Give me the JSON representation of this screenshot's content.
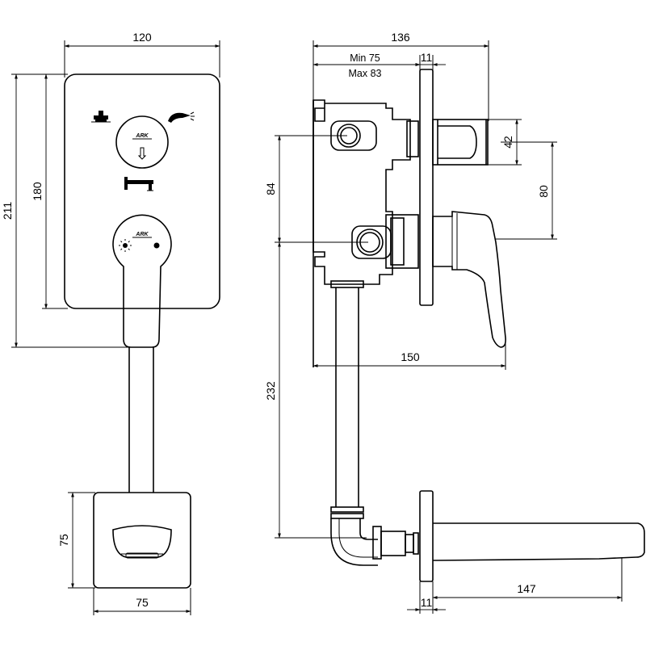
{
  "front_view": {
    "dims": {
      "plate_width": "120",
      "total_height": "211",
      "plate_height": "180",
      "spout_height": "75",
      "spout_width": "75"
    },
    "logo_text": "ARK",
    "icons": [
      "bathtub-icon",
      "shower-head-icon",
      "faucet-spout-icon"
    ]
  },
  "side_view": {
    "dims": {
      "depth_total": "136",
      "min_depth": "Min 75",
      "max_depth": "Max 83",
      "plate_thickness": "11",
      "outlet_height": "42",
      "inlet_spacing": "84",
      "outlet_to_lever": "80",
      "lever_projection": "150",
      "pipe_length": "232",
      "spout_projection": "147",
      "spout_plate": "11"
    }
  }
}
